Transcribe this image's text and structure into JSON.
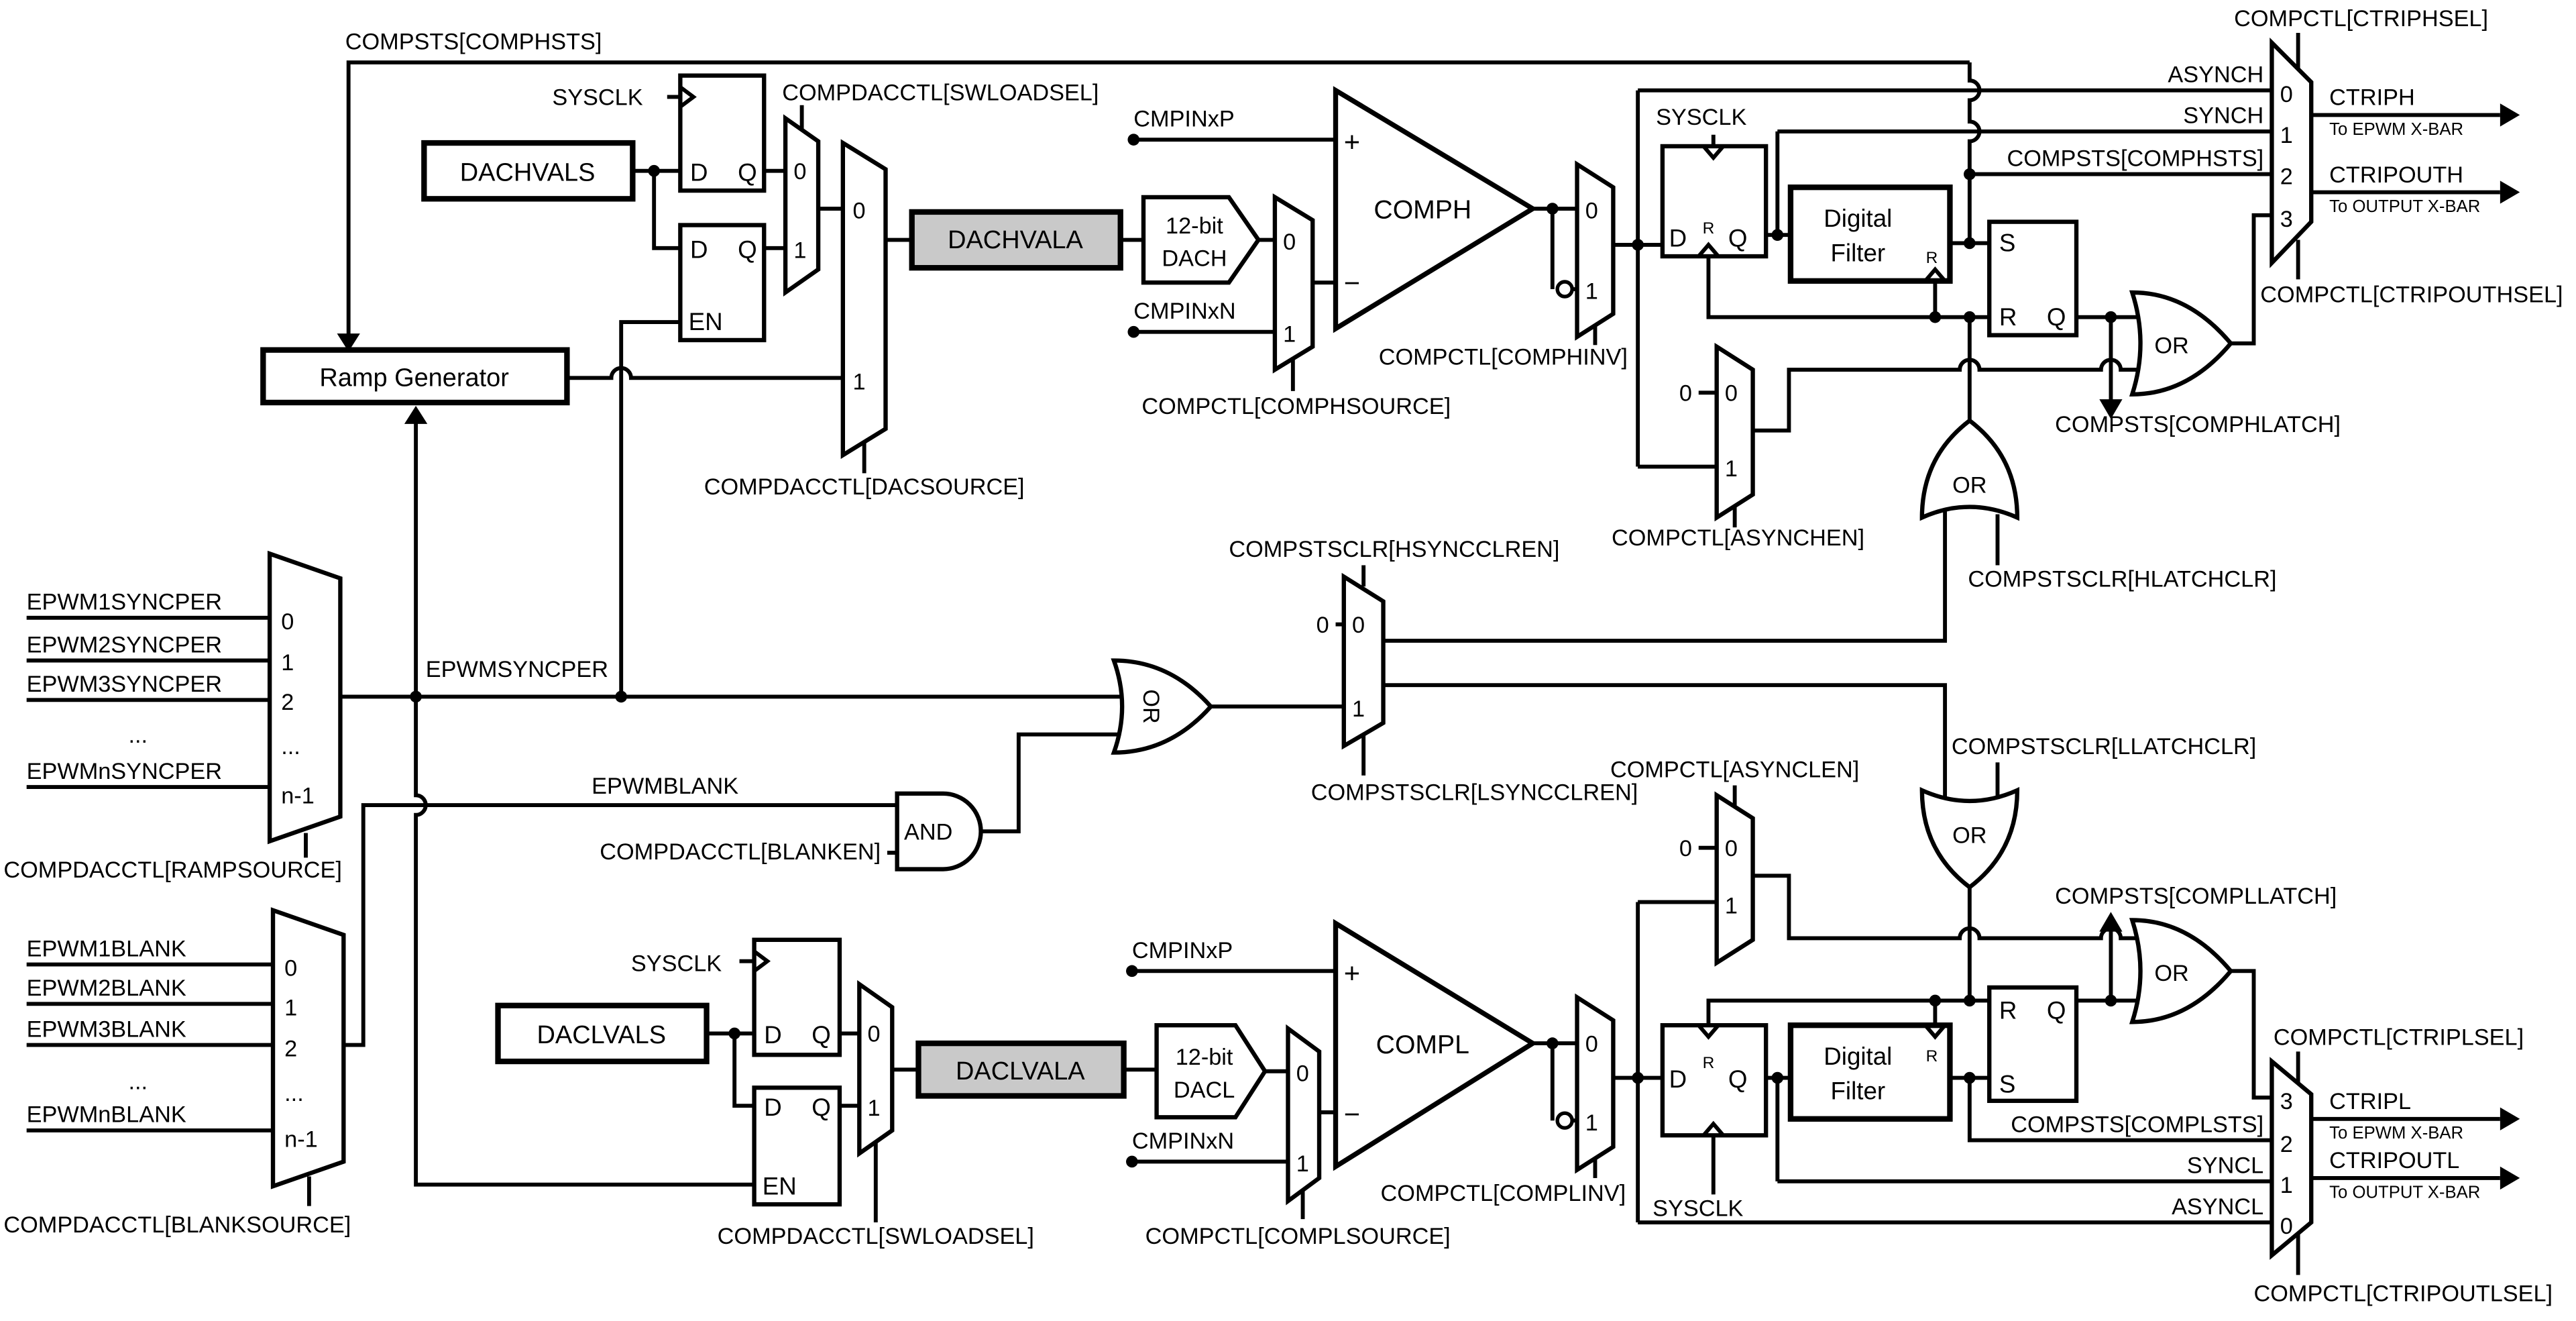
{
  "colors": {
    "ink": "#000000",
    "background": "#ffffff",
    "dac_active_fill": "#c9c9c9"
  },
  "common": {
    "sysclk": "SYSCLK",
    "digital_filter_line1": "Digital",
    "digital_filter_line2": "Filter",
    "or_gate": "OR",
    "and_gate": "AND",
    "d": "D",
    "q": "Q",
    "r": "R",
    "s": "S",
    "en": "EN",
    "plus": "+",
    "minus": "−",
    "zero": "0",
    "one": "1",
    "two": "2",
    "three": "3",
    "n_minus_1": "n-1",
    "ellipsis": "...",
    "const_zero": "0"
  },
  "ramp": {
    "block": "Ramp Generator",
    "source_select": "COMPDACCTL[RAMPSOURCE]",
    "syncper_inputs": [
      "EPWM1SYNCPER",
      "EPWM2SYNCPER",
      "EPWM3SYNCPER",
      "EPWMnSYNCPER"
    ],
    "syncper_bus": "EPWMSYNCPER"
  },
  "blank": {
    "inputs": [
      "EPWM1BLANK",
      "EPWM2BLANK",
      "EPWM3BLANK",
      "EPWMnBLANK"
    ],
    "bus": "EPWMBLANK",
    "source_select": "COMPDACCTL[BLANKSOURCE]",
    "enable": "COMPDACCTL[BLANKEN]"
  },
  "dac_high": {
    "vals": "DACHVALS",
    "vala": "DACHVALA",
    "dac_line1": "12-bit",
    "dac_line2": "DACH",
    "swload_select": "COMPDACCTL[SWLOADSEL]",
    "source_select": "COMPDACCTL[DACSOURCE]"
  },
  "dac_low": {
    "vals": "DACLVALS",
    "vala": "DACLVALA",
    "dac_line1": "12-bit",
    "dac_line2": "DACL",
    "swload_select": "COMPDACCTL[SWLOADSEL]"
  },
  "comp_high": {
    "name": "COMPH",
    "pos_input": "CMPINxP",
    "neg_input": "CMPINxN",
    "source_select": "COMPCTL[COMPHSOURCE]",
    "invert_select": "COMPCTL[COMPHINV]",
    "async_enable": "COMPCTL[ASYNCHEN]",
    "async_signal": "ASYNCH",
    "sync_signal": "SYNCH",
    "status": "COMPSTS[COMPHSTS]",
    "latch_status": "COMPSTS[COMPHLATCH]",
    "sync_clear_enable": "COMPSTSCLR[HSYNCCLREN]",
    "latch_clear": "COMPSTSCLR[HLATCHCLR]",
    "trip_select": "COMPCTL[CTRIPHSEL]",
    "trip_out_select": "COMPCTL[CTRIPOUTHSEL]",
    "trip": "CTRIPH",
    "trip_dest": "To EPWM X-BAR",
    "trip_out": "CTRIPOUTH",
    "trip_out_dest": "To OUTPUT X-BAR"
  },
  "comp_low": {
    "name": "COMPL",
    "pos_input": "CMPINxP",
    "neg_input": "CMPINxN",
    "source_select": "COMPCTL[COMPLSOURCE]",
    "invert_select": "COMPCTL[COMPLINV]",
    "async_enable": "COMPCTL[ASYNCLEN]",
    "async_signal": "ASYNCL",
    "sync_signal": "SYNCL",
    "status": "COMPSTS[COMPLSTS]",
    "latch_status": "COMPSTS[COMPLLATCH]",
    "sync_clear_enable": "COMPSTSCLR[LSYNCCLREN]",
    "latch_clear": "COMPSTSCLR[LLATCHCLR]",
    "trip_select": "COMPCTL[CTRIPLSEL]",
    "trip_out_select": "COMPCTL[CTRIPOUTLSEL]",
    "trip": "CTRIPL",
    "trip_dest": "To EPWM X-BAR",
    "trip_out": "CTRIPOUTL",
    "trip_out_dest": "To OUTPUT X-BAR"
  }
}
